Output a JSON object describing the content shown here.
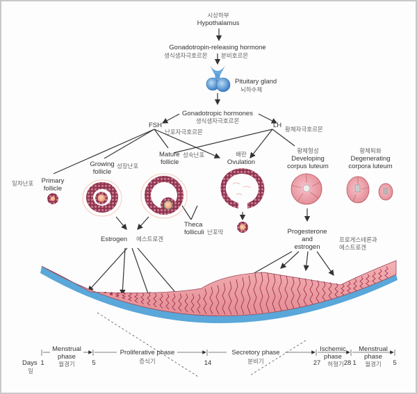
{
  "hypothalamus": {
    "ko": "시상하부",
    "en": "Hypothalamus"
  },
  "gnrh": {
    "en": "Gonadotropin-releasing hormone",
    "ko_left": "생식샘자극호르몬",
    "ko_right": "분비호르몬"
  },
  "pituitary": {
    "en": "Pituitary gland",
    "ko": "뇌하수체"
  },
  "gonadotropic": {
    "en": "Gonadotropic hormones",
    "ko": "생식샘자극호르몬"
  },
  "fsh": {
    "en": "FSH",
    "ko": "난포자극호르몬"
  },
  "lh": {
    "en": "LH",
    "ko": "황체자극호르몬"
  },
  "stages": {
    "primary": {
      "ko": "일차난포",
      "en1": "Primary",
      "en2": "follicle"
    },
    "growing": {
      "en1": "Growing",
      "ko": "성장난포",
      "en2": "follicle"
    },
    "mature": {
      "en1": "Mature",
      "ko": "성숙난포",
      "en2": "follicle"
    },
    "ovulation": {
      "ko": "배란",
      "en": "Ovulation"
    },
    "developing": {
      "ko": "황체형성",
      "en1": "Developing",
      "en2": "corpus luteum"
    },
    "degenerating": {
      "ko": "황체퇴화",
      "en1": "Degenerating",
      "en2": "corpora luteum"
    }
  },
  "theca": {
    "en1": "Theca",
    "en2": "folliculi",
    "ko": "난포막"
  },
  "estrogen": {
    "en": "Estrogen",
    "ko": "에스트로겐"
  },
  "progesterone": {
    "en1": "Progesterone",
    "en2": "and",
    "en3": "estrogen",
    "ko1": "프로게스테론과",
    "ko2": "에스트로겐"
  },
  "timeline": {
    "days_label": {
      "en": "Days",
      "ko": "일"
    },
    "ticks": [
      "1",
      "5",
      "14",
      "27",
      "28",
      "1",
      "5"
    ],
    "phases": [
      {
        "en1": "Menstrual",
        "en2": "phase",
        "ko": "월경기"
      },
      {
        "en1": "Proliferative phase",
        "ko": "증식기"
      },
      {
        "en1": "Secretory phase",
        "ko": "분비기"
      },
      {
        "en1": "Ischemic",
        "en2": "phase",
        "ko": "허혈기"
      },
      {
        "en1": "Menstrual",
        "en2": "phase",
        "ko": "월경기"
      }
    ]
  },
  "colors": {
    "tissue": "#e99a9e",
    "tissue_dark": "#c96a72",
    "basal": "#5aa7d9",
    "follicle": "#9c3b55",
    "corpus": "#ef9fa6",
    "gland": "#4b8fd0"
  }
}
